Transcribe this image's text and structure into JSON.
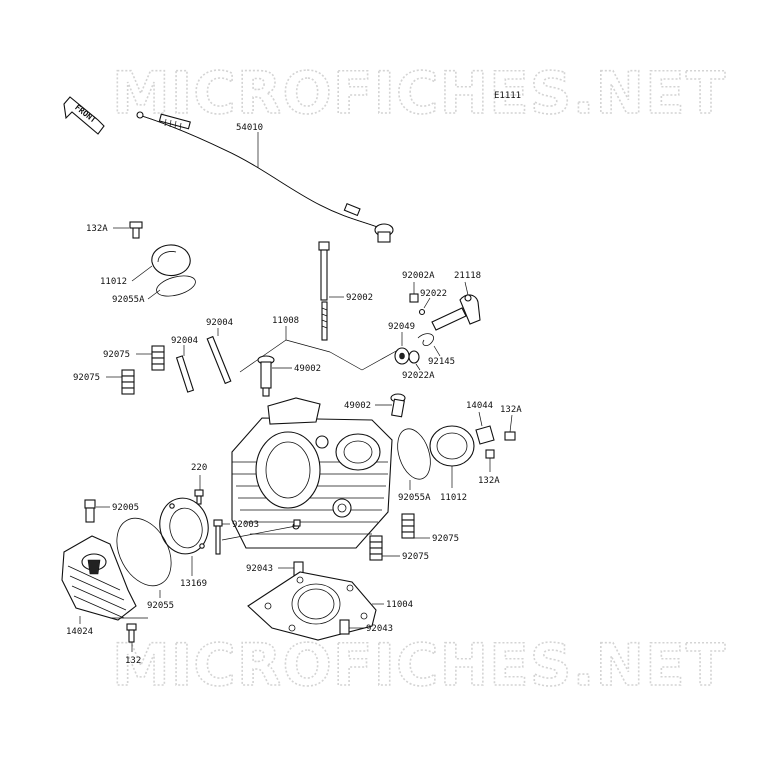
{
  "diagram": {
    "code": "E1111",
    "front_label": "FRONT",
    "watermark_top": "MICROFICHES.NET",
    "watermark_bottom": "MICROFICHES.NET",
    "callouts": {
      "p54010": "54010",
      "p132A_a": "132A",
      "p11012_a": "11012",
      "p92055A_a": "92055A",
      "p92002": "92002",
      "p92002A": "92002A",
      "p21118": "21118",
      "p92022": "92022",
      "p92004_a": "92004",
      "p11008": "11008",
      "p92049": "92049",
      "p92075_a": "92075",
      "p92004_b": "92004",
      "p92075_b": "92075",
      "p49002_a": "49002",
      "p92145": "92145",
      "p92022A": "92022A",
      "p49002_b": "49002",
      "p14044": "14044",
      "p132A_b": "132A",
      "p220": "220",
      "p92055A_b": "92055A",
      "p11012_b": "11012",
      "p132A_c": "132A",
      "p92005": "92005",
      "p92003": "92003",
      "p92075_c": "92075",
      "p92075_d": "92075",
      "p13169": "13169",
      "p92043_a": "92043",
      "p92055": "92055",
      "p11004": "11004",
      "p14024": "14024",
      "p92043_b": "92043",
      "p132": "132"
    }
  }
}
